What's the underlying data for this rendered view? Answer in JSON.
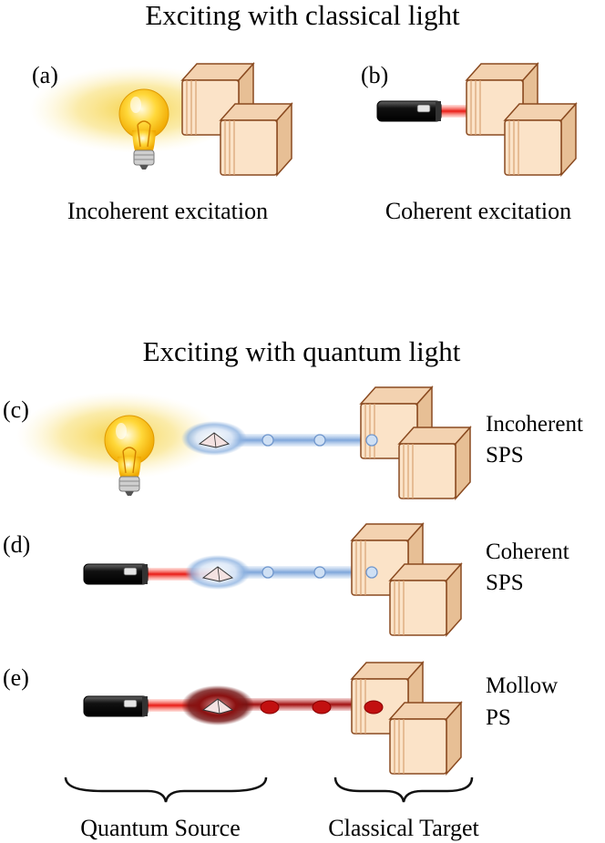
{
  "classical": {
    "title": "Exciting with classical light",
    "panel_a": {
      "label": "(a)",
      "caption": "Incoherent excitation"
    },
    "panel_b": {
      "label": "(b)",
      "caption": "Coherent excitation"
    }
  },
  "quantum": {
    "title": "Exciting with quantum light",
    "panel_c": {
      "label": "(c)",
      "line1": "Incoherent",
      "line2": "SPS"
    },
    "panel_d": {
      "label": "(d)",
      "line1": "Coherent",
      "line2": "SPS"
    },
    "panel_e": {
      "label": "(e)",
      "line1": "Mollow",
      "line2": "PS"
    }
  },
  "footer": {
    "source": "Quantum Source",
    "target": "Classical Target"
  },
  "colors": {
    "glow_yellow": "#f6d64a",
    "laser_red": "#e8201a",
    "photon_blue": "#8fb3e0",
    "photon_darkred": "#c21010",
    "crystal_fill": "#f6dcc0",
    "crystal_edge": "#8a4a20"
  }
}
